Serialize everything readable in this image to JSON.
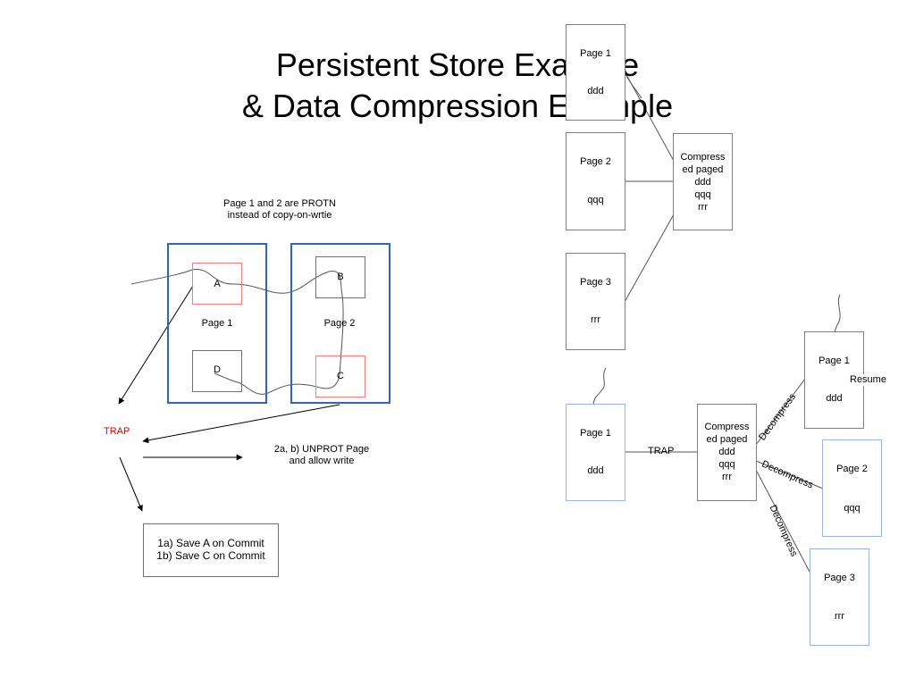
{
  "title": {
    "line1": "Persistent Store Example",
    "line2": "& Data Compression Example"
  },
  "left": {
    "note_line1": "Page 1 and 2 are PROTN",
    "note_line2": "instead of copy-on-wrtie",
    "page1_label": "Page 1",
    "page2_label": "Page 2",
    "cell_a": "A",
    "cell_b": "B",
    "cell_c": "C",
    "cell_d": "D",
    "trap": "TRAP",
    "unprot_line1": "2a, b) UNPROT Page",
    "unprot_line2": "and allow write",
    "save_line1": "1a) Save A on Commit",
    "save_line2": "1b) Save C on Commit",
    "trap_color": "#e00000",
    "frame_color": "#2f63c7"
  },
  "right_top": {
    "page1": {
      "label": "Page 1",
      "value": "ddd"
    },
    "page2": {
      "label": "Page 2",
      "value": "qqq"
    },
    "page3": {
      "label": "Page 3",
      "value": "rrr"
    },
    "compressed": [
      "Compress",
      "ed paged",
      "ddd",
      "qqq",
      "rrr"
    ]
  },
  "right_bottom": {
    "page1": {
      "label": "Page 1",
      "value": "ddd"
    },
    "trap": "TRAP",
    "compressed": [
      "Compress",
      "ed paged",
      "ddd",
      "qqq",
      "rrr"
    ],
    "decompress_1": "Decompress",
    "decompress_2": "Decompress",
    "decompress_3": "Decompress",
    "out_page1": {
      "label": "Page 1",
      "value": "ddd"
    },
    "resume": "Resume",
    "out_page2": {
      "label": "Page 2",
      "value": "qqq"
    },
    "out_page3": {
      "label": "Page 3",
      "value": "rrr"
    }
  }
}
